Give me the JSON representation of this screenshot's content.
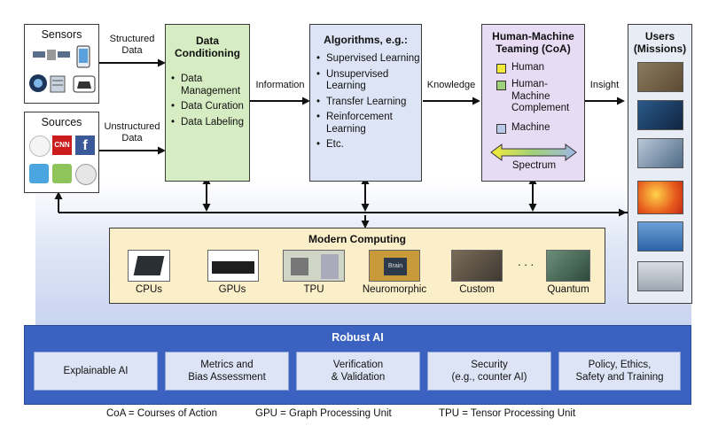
{
  "sensors": {
    "title": "Sensors"
  },
  "sources": {
    "title": "Sources",
    "icon_text_cnn": "CNN"
  },
  "arrows": {
    "structured": "Structured\nData",
    "unstructured": "Unstructured\nData",
    "information": "Information",
    "knowledge": "Knowledge",
    "insight": "Insight"
  },
  "data_conditioning": {
    "title": "Data\nConditioning",
    "items": [
      "Data Management",
      "Data Curation",
      "Data Labeling"
    ]
  },
  "algorithms": {
    "title": "Algorithms, e.g.:",
    "items": [
      "Supervised Learning",
      "Unsupervised Learning",
      "Transfer Learning",
      "Reinforcement Learning",
      "Etc."
    ]
  },
  "hmt": {
    "title": "Human-Machine\nTeaming (CoA)",
    "legend": [
      {
        "label": "Human",
        "color": "#f5ea3a"
      },
      {
        "label": "Human-\nMachine\nComplement",
        "color": "#9fd07a"
      },
      {
        "label": "Machine",
        "color": "#b9c9ea"
      }
    ],
    "spectrum": "Spectrum"
  },
  "users": {
    "title": "Users\n(Missions)"
  },
  "modern_computing": {
    "title": "Modern Computing",
    "items": [
      "CPUs",
      "GPUs",
      "TPU",
      "Neuromorphic",
      "Custom",
      "Quantum"
    ],
    "ellipsis": ". . .",
    "chip_text": "Brain"
  },
  "robust_ai": {
    "title": "Robust AI",
    "items": [
      "Explainable AI",
      "Metrics and\nBias Assessment",
      "Verification\n& Validation",
      "Security\n(e.g., counter AI)",
      "Policy, Ethics,\nSafety and Training"
    ]
  },
  "footnotes": [
    "CoA = Courses of Action",
    "GPU = Graph Processing Unit",
    "TPU = Tensor Processing Unit"
  ],
  "colors": {
    "data_conditioning_bg": "#d6ecc2",
    "algorithms_bg": "#dde4f5",
    "hmt_bg": "#e7dcf3",
    "modern_computing_bg": "#fbefc9",
    "robust_ai_bg": "#3b62c1"
  }
}
